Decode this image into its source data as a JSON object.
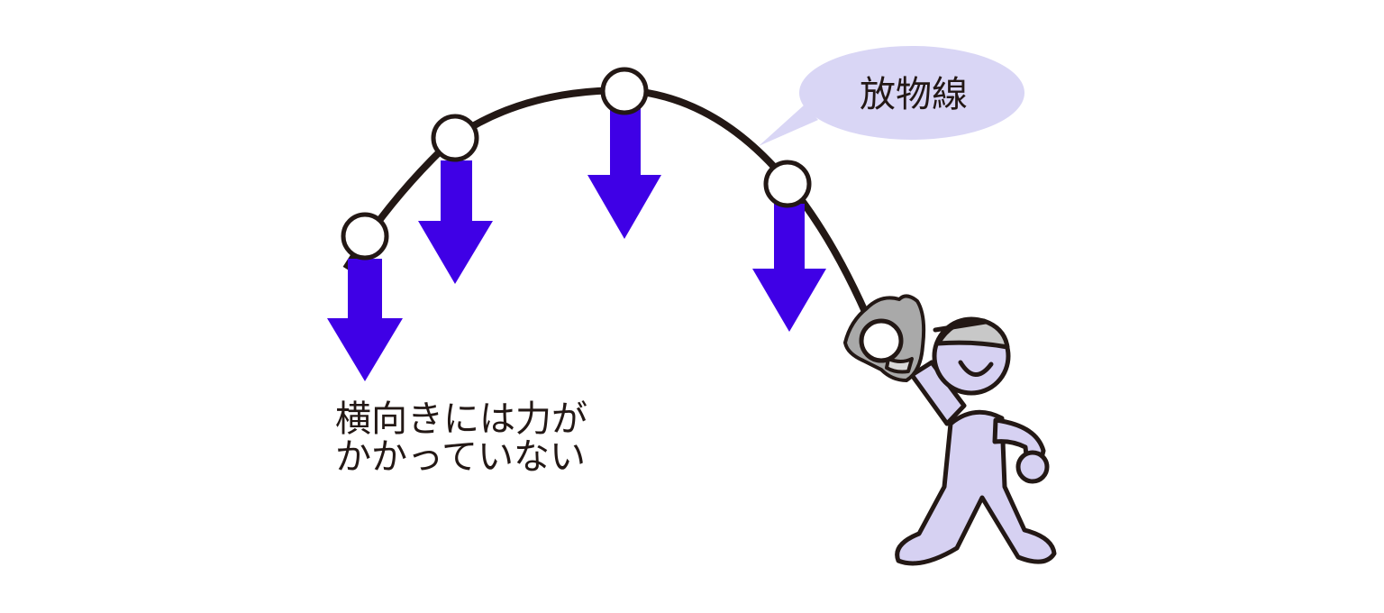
{
  "diagram": {
    "bubble_label": "放物線",
    "note_line1": "横向きには力が",
    "note_line2": "かかっていない"
  },
  "colors": {
    "arrow": "#3f00e6",
    "trajectory": "#231815",
    "bubble": "#d9d6f5",
    "figure_fill": "#d6d1f2",
    "glove_fill": "#a9a9a9",
    "cap_fill": "#c8c8c8",
    "ball_fill": "#ffffff"
  },
  "icons": {
    "ball": "ball-icon",
    "arrow": "gravity-arrow-icon",
    "catcher": "player-figure-icon",
    "glove": "baseball-glove-icon"
  }
}
